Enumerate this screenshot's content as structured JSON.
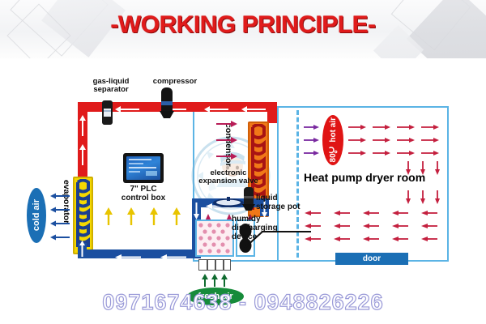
{
  "header": {
    "title": "-WORKING PRINCIPLE-"
  },
  "diagram": {
    "components": {
      "gas_liquid_separator": "gas-liquid\nseparator",
      "gas_liquid_separator_l1": "gas-liquid",
      "gas_liquid_separator_l2": "separator",
      "compressor": "compressor",
      "condenser": "condensor",
      "evaporator": "evaporator",
      "plc_l1": "7\"  PLC",
      "plc_l2": "control box",
      "expansion_valve_l1": "electronic",
      "expansion_valve_l2": "expansion valve",
      "liquid_storage_l1": "liquid",
      "liquid_storage_l2": "storage pot",
      "humidity_l1": "humidy",
      "humidity_l2": "discharging",
      "humidity_l3": "device",
      "room_label": "Heat pump dryer room",
      "door_label": "door"
    },
    "tags": {
      "cold_air": "cold air",
      "hot_air": "80℃ hot air",
      "fresh_air": "fresh air"
    },
    "colors": {
      "hot_pipe": "#e01b1b",
      "cold_pipe": "#1b4fa0",
      "evaporator_body": "#f5d800",
      "evaporator_coil": "#1b3f8f",
      "condenser_body": "#f07818",
      "condenser_coil": "#a81414",
      "room_border": "#5bb4e5",
      "door": "#1b6fb5",
      "cold_air_tag": "#1b6fb5",
      "hot_air_tag": "#e01414",
      "fresh_air_tag": "#168b3a",
      "air_arrow": "#b81c57",
      "fresh_arrow": "#0f6b2f",
      "cold_arrow": "#1b4fa0"
    }
  },
  "footer": {
    "phone": "0971674638 - 0948826226"
  }
}
